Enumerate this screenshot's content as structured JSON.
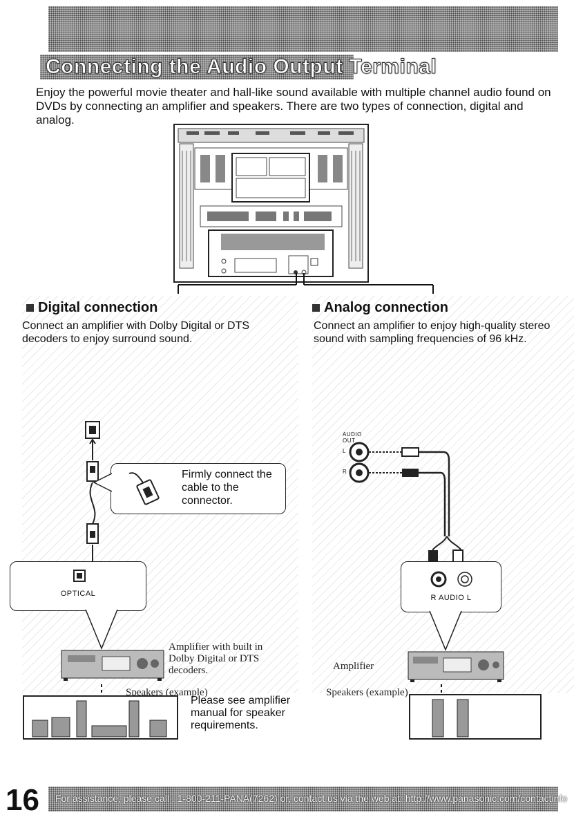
{
  "header": {
    "title": "Connecting the Audio Output Terminal"
  },
  "intro": "Enjoy the powerful movie theater and hall-like sound available with multiple channel audio found on DVDs by connecting an amplifier and speakers. There are two types of connection, digital and analog.",
  "digital": {
    "heading": "Digital connection",
    "text": "Connect an amplifier with Dolby Digital or DTS decoders to enjoy surround sound.",
    "callout": "Firmly connect the cable to the connector.",
    "input_label": "OPTICAL",
    "amp_note": "Amplifier with built in Dolby Digital or DTS decoders.",
    "speakers_note": "Speakers (example)",
    "manual_note": "Please see amplifier manual for speaker requirements."
  },
  "analog": {
    "heading": "Analog connection",
    "text": "Connect an amplifier to enjoy high-quality stereo sound with sampling frequencies of 96 kHz.",
    "jack_label": "AUDIO OUT",
    "jack_l": "L",
    "jack_r": "R",
    "input_label": "R AUDIO L",
    "amp_note": "Amplifier",
    "speakers_note": "Speakers (example)"
  },
  "footer": {
    "page_number": "16",
    "assistance": "For assistance, please call : 1-800-211-PANA(7262) or, contact us via the web at: http://www.panasonic.com/contactinfo"
  }
}
